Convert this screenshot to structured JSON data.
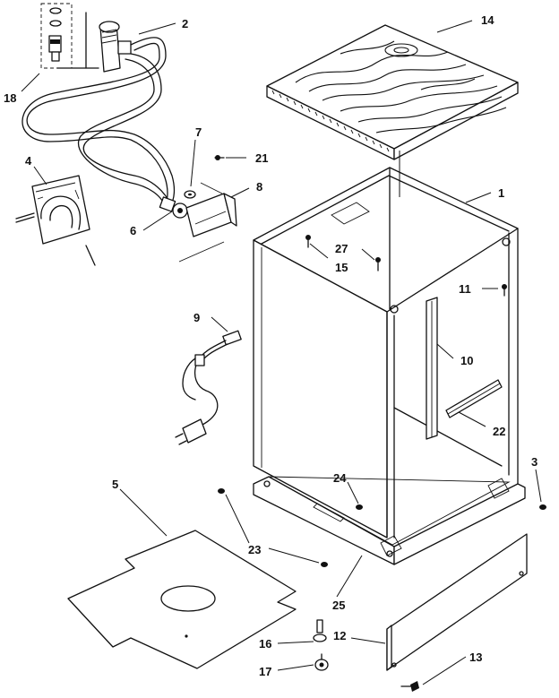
{
  "diagram": {
    "part_numbers": {
      "p1": "1",
      "p2": "2",
      "p3": "3",
      "p4": "4",
      "p5": "5",
      "p6": "6",
      "p7": "7",
      "p8": "8",
      "p9": "9",
      "p10": "10",
      "p11": "11",
      "p12": "12",
      "p13": "13",
      "p14": "14",
      "p15": "15",
      "p16": "16",
      "p17": "17",
      "p18": "18",
      "p21": "21",
      "p22": "22",
      "p23": "23",
      "p24": "24",
      "p25": "25",
      "p27": "27"
    }
  }
}
